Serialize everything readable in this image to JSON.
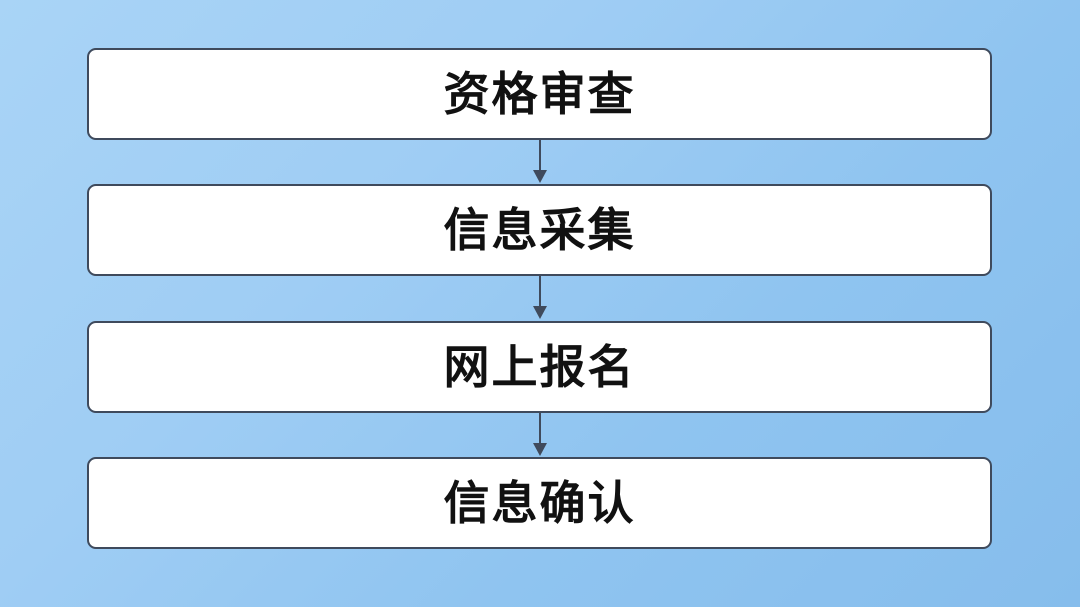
{
  "flowchart": {
    "steps": [
      {
        "label": "资格审查"
      },
      {
        "label": "信息采集"
      },
      {
        "label": "网上报名"
      },
      {
        "label": "信息确认"
      }
    ]
  },
  "colors": {
    "background_start": "#a9d4f6",
    "background_end": "#86bdec",
    "box_fill": "#ffffff",
    "box_border": "#3f4a5c",
    "arrow": "#3f4a5c",
    "text": "#111111"
  }
}
